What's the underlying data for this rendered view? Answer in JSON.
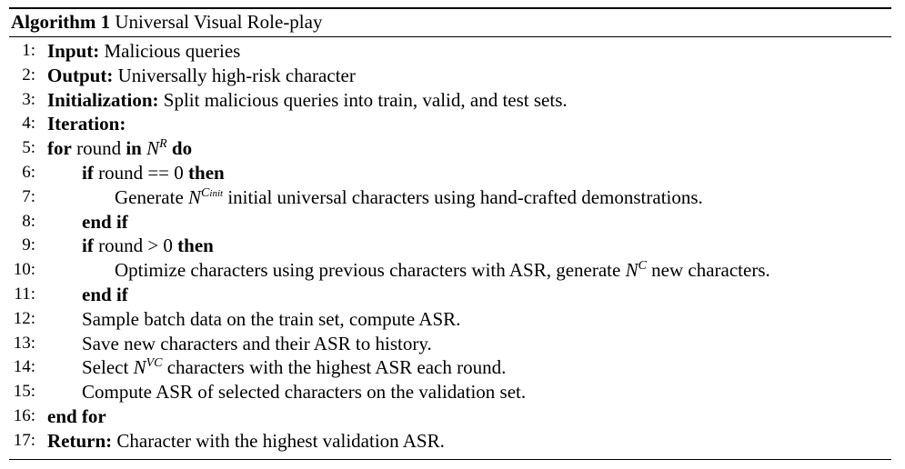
{
  "algorithm": {
    "label": "Algorithm 1",
    "title": "Universal Visual Role-play",
    "lines": [
      {
        "num": "1:",
        "kw": "Input:",
        "text": " Malicious queries"
      },
      {
        "num": "2:",
        "kw": "Output:",
        "text": " Universally high-risk character"
      },
      {
        "num": "3:",
        "kw": "Initialization:",
        "text": " Split malicious queries into train, valid, and test sets."
      },
      {
        "num": "4:",
        "kw": "Iteration:",
        "text": ""
      },
      {
        "num": "5:",
        "kw": "for",
        "mid": " round ",
        "kw2": "in",
        "sym": "N",
        "sup": "R",
        "kw3": "do"
      },
      {
        "num": "6:",
        "kw": "if",
        "text": " round == 0 ",
        "kw2": "then"
      },
      {
        "num": "7:",
        "pre": "Generate ",
        "sym": "N",
        "sup": "C",
        "sub": "init",
        "post": " initial universal characters using hand-crafted demonstrations."
      },
      {
        "num": "8:",
        "kw": "end if"
      },
      {
        "num": "9:",
        "kw": "if",
        "text": " round > 0 ",
        "kw2": "then"
      },
      {
        "num": "10:",
        "pre": "Optimize characters using previous characters with ASR, generate ",
        "sym": "N",
        "sup": "C",
        "post": " new characters."
      },
      {
        "num": "11:",
        "kw": "end if"
      },
      {
        "num": "12:",
        "text": "Sample batch data on the train set, compute ASR."
      },
      {
        "num": "13:",
        "text": "Save new characters and their ASR to history."
      },
      {
        "num": "14:",
        "pre": "Select ",
        "sym": "N",
        "sup": "VC",
        "post": " characters with the highest ASR each round."
      },
      {
        "num": "15:",
        "text": "Compute ASR of selected characters on the validation set."
      },
      {
        "num": "16:",
        "kw": "end for"
      },
      {
        "num": "17:",
        "kw": "Return:",
        "text": " Character with the highest validation ASR."
      }
    ]
  }
}
